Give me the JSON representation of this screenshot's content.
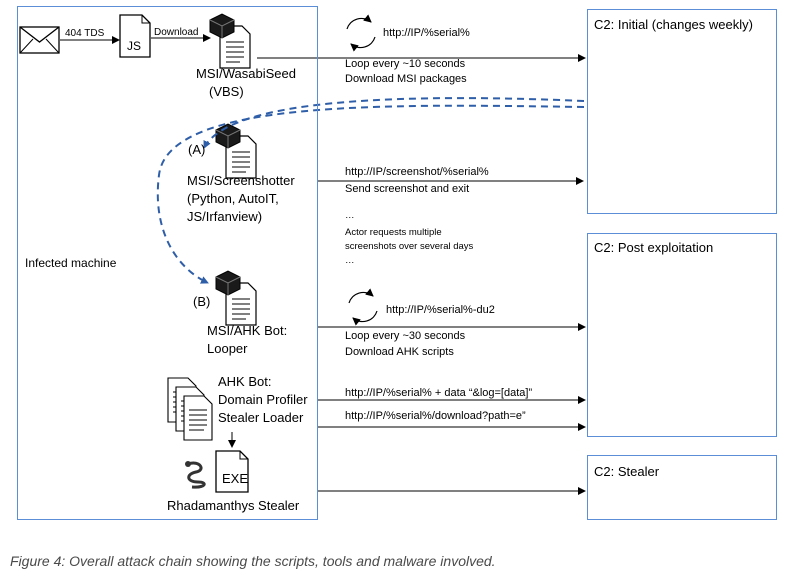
{
  "labels": {
    "tds": "404 TDS",
    "js": "JS",
    "download": "Download",
    "msi_wasabi": "MSI/WasabiSeed",
    "vbs": "(VBS)",
    "url_serial": "http://IP/%serial%",
    "loop10_1": "Loop every ~10 seconds",
    "loop10_2": "Download MSI packages",
    "tag_a": "(A)",
    "msi_screenshotter": "MSI/Screenshotter",
    "screenshotter_tech_1": "(Python, AutoIT,",
    "screenshotter_tech_2": "JS/Irfanview)",
    "url_screenshot": "http://IP/screenshot/%serial%",
    "send_screenshot": "Send screenshot and exit",
    "ellipsis_top": "…",
    "actor_1": "Actor requests multiple",
    "actor_2": "screenshots over several days",
    "ellipsis_bottom": "…",
    "infected_machine": "Infected machine",
    "tag_b": "(B)",
    "url_du2": "http://IP/%serial%-du2",
    "msi_ahk_1": "MSI/AHK Bot:",
    "msi_ahk_2": "Looper",
    "loop30_1": "Loop every ~30 seconds",
    "loop30_2": "Download AHK scripts",
    "ahk_bot_1": "AHK Bot:",
    "ahk_bot_2": "Domain Profiler",
    "ahk_bot_3": "Stealer Loader",
    "url_log": "http://IP/%serial%  + data  “&log=[data]”",
    "url_download": "http://IP/%serial%/download?path=e”",
    "exe": "EXE",
    "rhadamanthys": "Rhadamanthys Stealer",
    "c2_initial": "C2: Initial (changes weekly)",
    "c2_post": "C2: Post exploitation",
    "c2_stealer": "C2: Stealer",
    "caption": "Figure 4: Overall attack chain showing the scripts, tools and malware involved."
  },
  "colors": {
    "box_border": "#5b8ed6",
    "dashed_arrow": "#2f5ea8",
    "line": "#000000",
    "caption": "#4a4a4a"
  },
  "icons": [
    "envelope-icon",
    "js-file-icon",
    "msi-package-icon",
    "loop-arrows-icon",
    "script-documents-icon",
    "snake-icon",
    "exe-file-icon"
  ]
}
